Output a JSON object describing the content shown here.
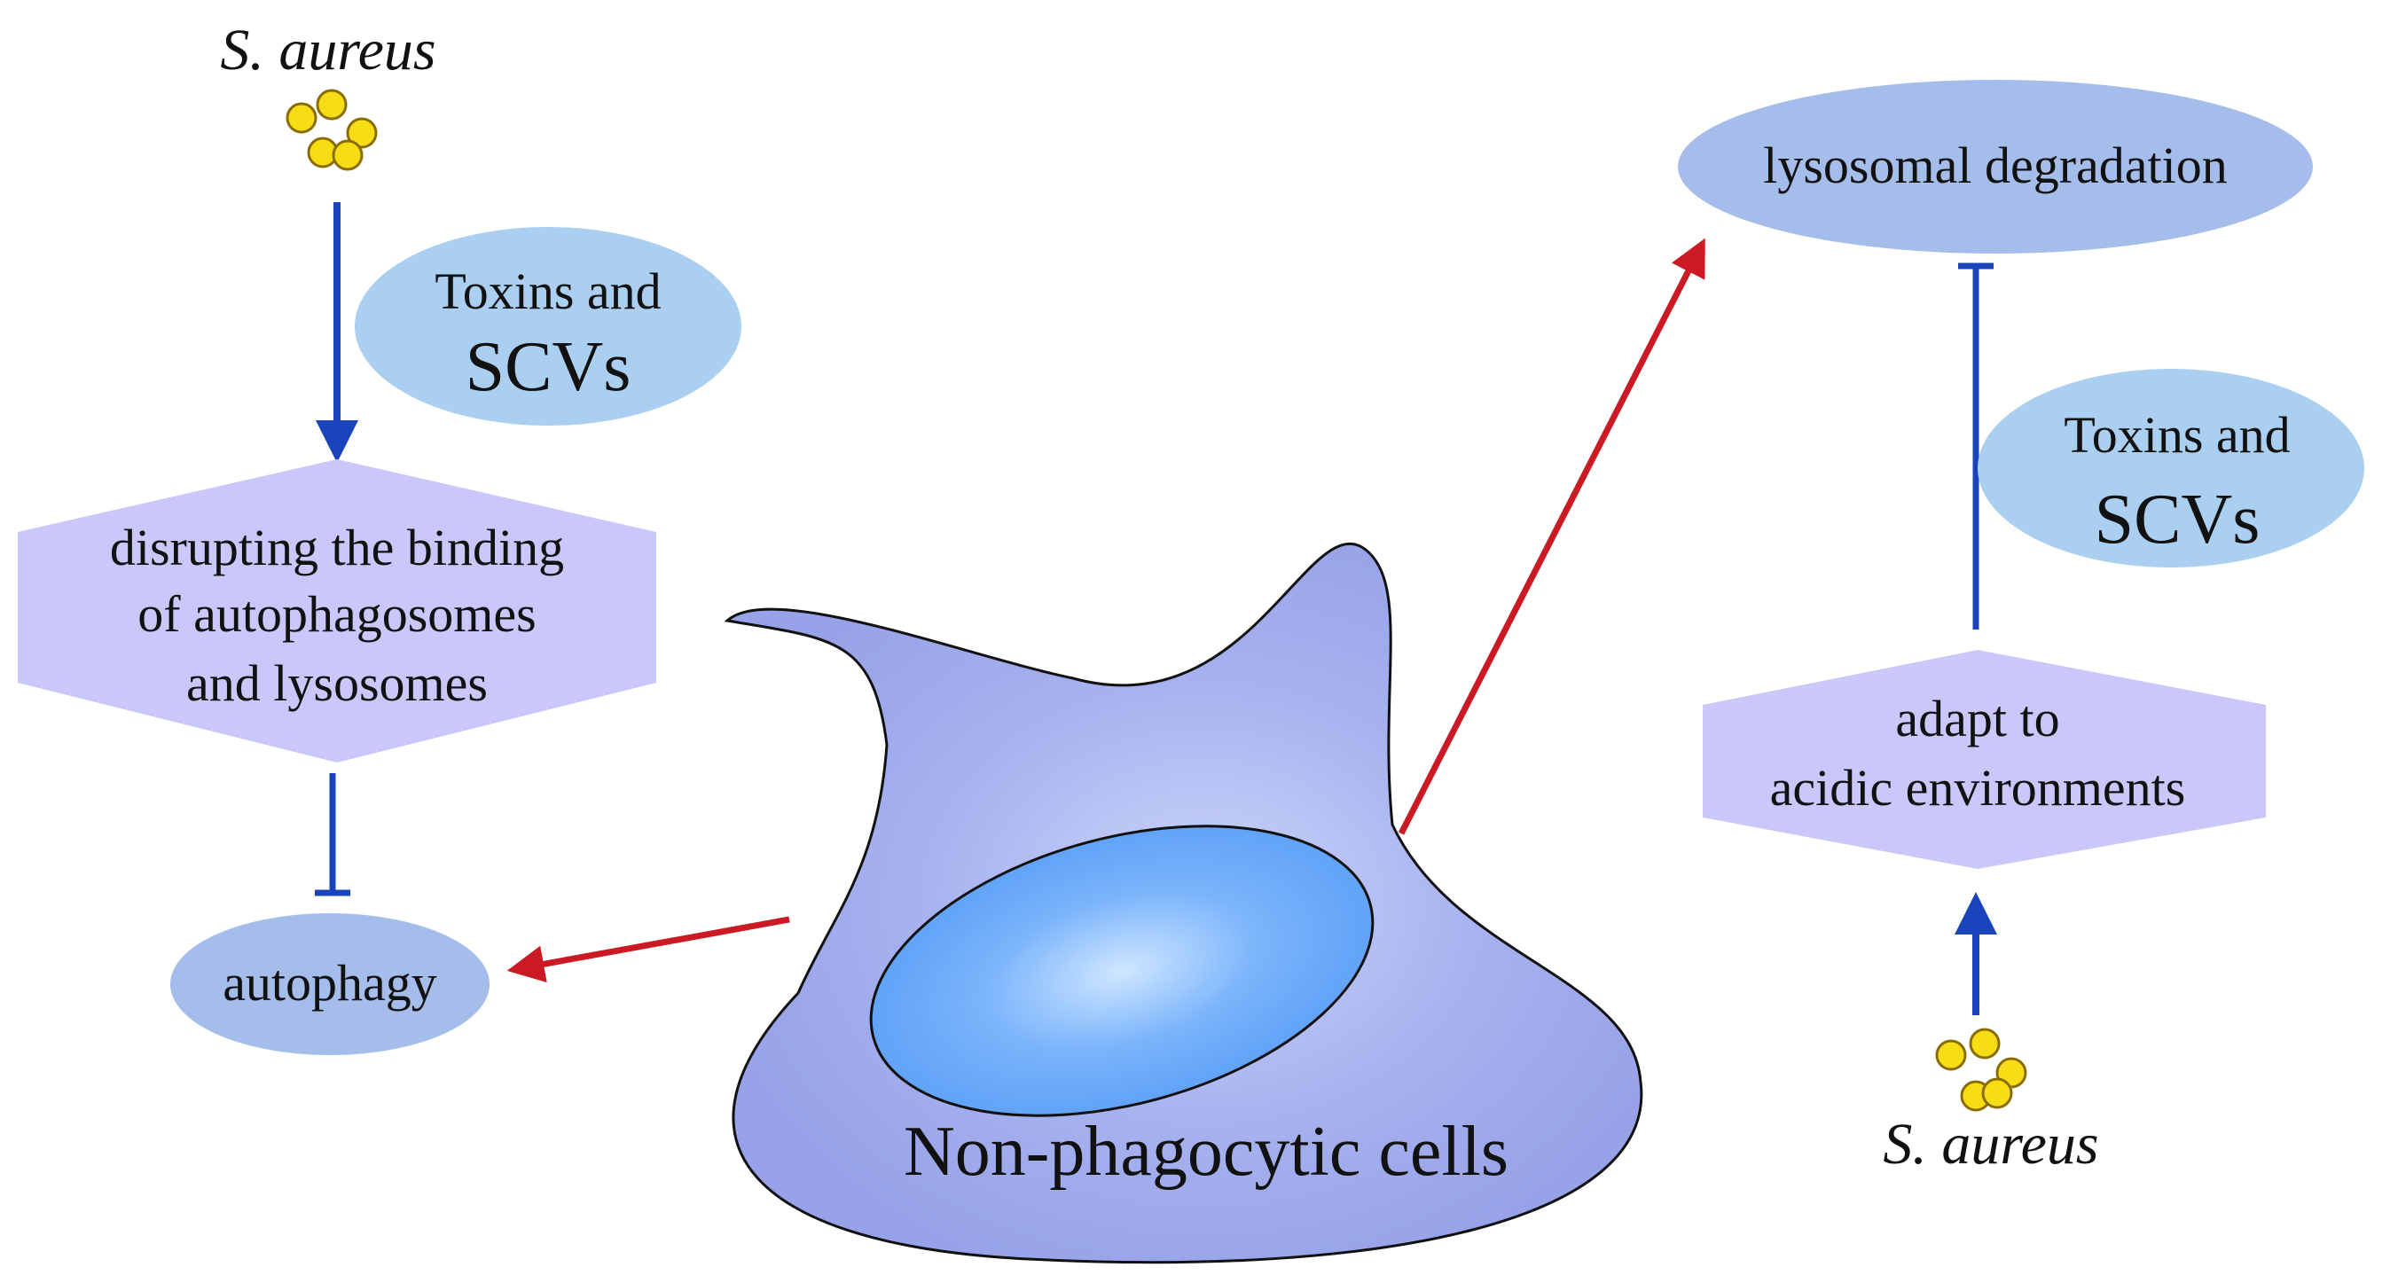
{
  "left": {
    "species": "S. aureus",
    "factor": {
      "line1": "Toxins and",
      "line2": "SCVs"
    },
    "mechanism": [
      "disrupting the binding",
      "of autophagosomes",
      "and lysosomes"
    ],
    "outcome": "autophagy"
  },
  "right": {
    "species": "S. aureus",
    "factor": {
      "line1": "Toxins and",
      "line2": "SCVs"
    },
    "mechanism": [
      "adapt to",
      "acidic environments"
    ],
    "outcome": "lysosomal degradation"
  },
  "cell": {
    "label": "Non-phagocytic cells"
  },
  "colors": {
    "blue_arrow": "#1a44bb",
    "red_arrow": "#cc1a24",
    "factor_fill": "#aacff0",
    "mechanism_fill": "#cac8fb",
    "outcome_fill": "#a5bdea",
    "cell_fill": "#9aa6ea",
    "nucleus_fill": "#68a6f8",
    "bacteria_fill": "#f6dd16"
  }
}
